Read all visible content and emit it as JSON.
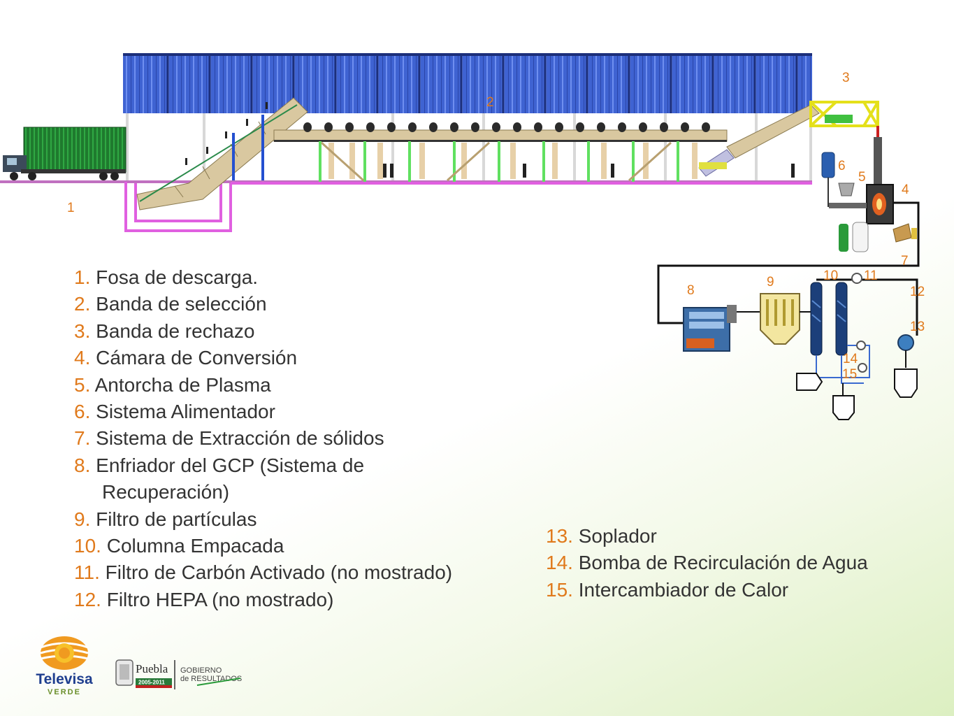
{
  "diagram": {
    "callouts": [
      "1",
      "2",
      "3",
      "4",
      "5",
      "6",
      "7",
      "8",
      "9",
      "10",
      "11",
      "12",
      "13",
      "14",
      "15"
    ]
  },
  "legend_left": [
    {
      "num": "1.",
      "text": " Fosa de descarga."
    },
    {
      "num": "2.",
      "text": " Banda de selección"
    },
    {
      "num": "3.",
      "text": " Banda de rechazo"
    },
    {
      "num": "4.",
      "text": " Cámara de Conversión"
    },
    {
      "num": "5.",
      "text": " Antorcha de Plasma"
    },
    {
      "num": "6.",
      "text": " Sistema Alimentador"
    },
    {
      "num": "7.",
      "text": " Sistema de Extracción de sólidos"
    },
    {
      "num": "8.",
      "text": " Enfriador del GCP (Sistema de"
    },
    {
      "num": "",
      "text": "Recuperación)"
    },
    {
      "num": "9.",
      "text": " Filtro de partículas"
    },
    {
      "num": "10.",
      "text": " Columna Empacada"
    },
    {
      "num": "11.",
      "text": " Filtro de Carbón Activado (no mostrado)"
    },
    {
      "num": "12.",
      "text": " Filtro HEPA (no mostrado)"
    }
  ],
  "legend_right": [
    {
      "num": "13.",
      "text": " Soplador"
    },
    {
      "num": "14.",
      "text": " Bomba de Recirculación de Agua"
    },
    {
      "num": "15.",
      "text": " Intercambiador de Calor"
    }
  ],
  "logos": {
    "televisa_wordmark": "Televisa",
    "televisa_sub": "VERDE",
    "puebla_wordmark": "Puebla",
    "puebla_period": "2005-2011",
    "gobierno_line1": "GOBIERNO",
    "gobierno_line2": "de RESULTADOS"
  },
  "colors": {
    "accent_number": "#e07a1c",
    "legend_text": "#333333",
    "building_blue": "#3e5fd0",
    "floor_magenta": "#e060e0",
    "conveyor_tan": "#d9c8a0",
    "support_green": "#60e060"
  }
}
